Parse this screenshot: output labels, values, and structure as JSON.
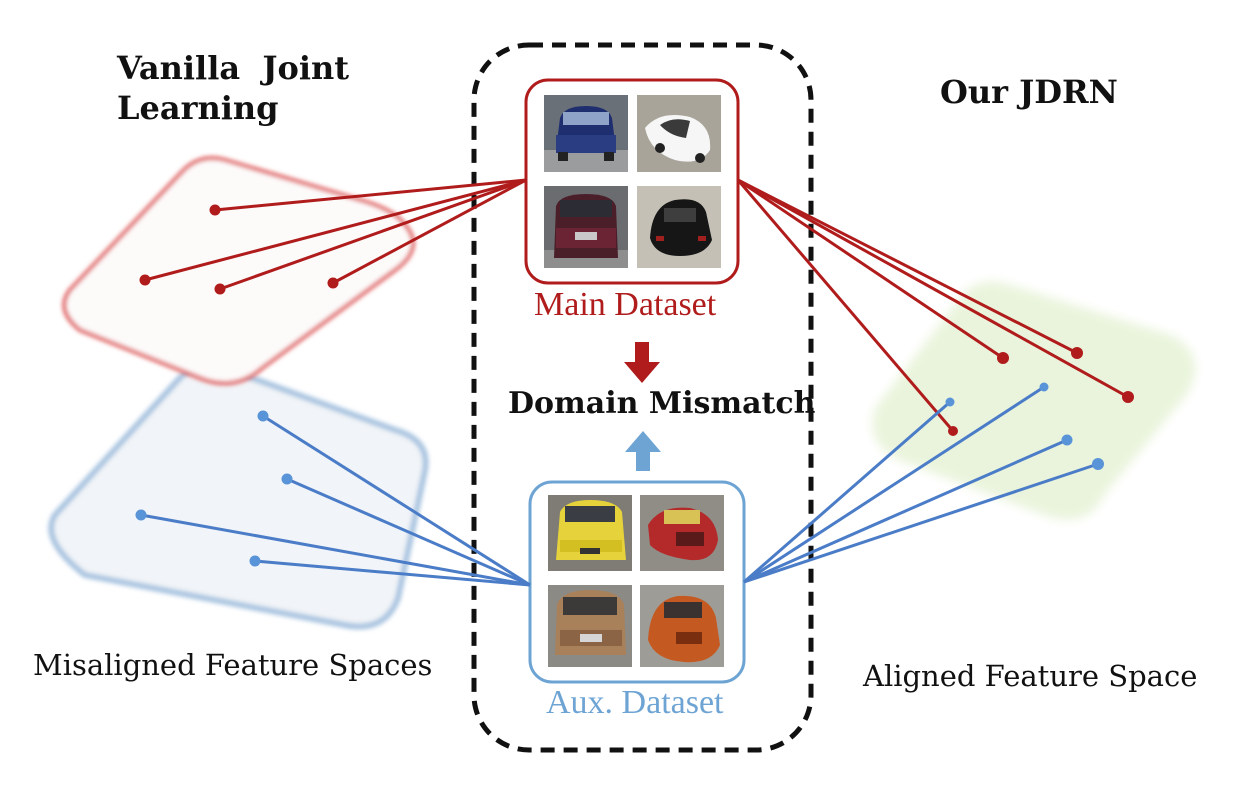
{
  "left_title": [
    "Vanilla  Joint",
    "Learning"
  ],
  "right_title": "Our JDRN",
  "main_dataset_label": "Main Dataset",
  "aux_dataset_label": "Aux. Dataset",
  "mismatch_label": "Domain Mismatch",
  "left_caption": "Misaligned Feature Spaces",
  "right_caption": "Aligned Feature Space",
  "main_images": [
    "blue-sedan-front",
    "white-sedan",
    "dark-red-suv-front",
    "black-sedan-rear"
  ],
  "aux_images": [
    "yellow-hatchback",
    "red-taxi-rear",
    "bronze-suv-front",
    "orange-suv-rear"
  ],
  "colors": {
    "main": "#b01c1c",
    "aux": "#4a7cc7",
    "aux_light": "#6ea4d4",
    "plane_red_fill": "#fdfafa",
    "plane_blue_fill": "#f1f4f8",
    "plane_green_fill": "#eaf4dc",
    "dashed_frame": "#111111"
  }
}
